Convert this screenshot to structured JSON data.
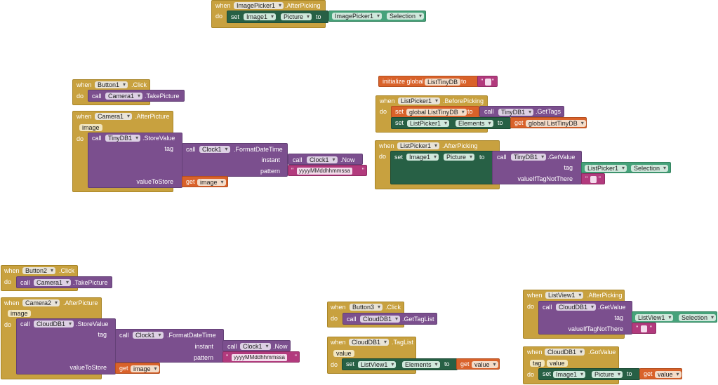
{
  "kw": {
    "when": "when",
    "do": "do",
    "call": "call",
    "set": "set",
    "to": "to",
    "get": "get",
    "init": "initialize global",
    "global": "global",
    "q": "\""
  },
  "b1": {
    "comp": "ImagePicker1",
    "event": ".AfterPicking",
    "setcomp": "Image1",
    "prop": "Picture",
    "srccomp": "ImagePicker1",
    "srcprop": "Selection"
  },
  "b2": {
    "comp": "Button1",
    "event": ".Click",
    "callcomp": "Camera1",
    "method": ".TakePicture"
  },
  "b3": {
    "comp": "Camera1",
    "event": ".AfterPicture",
    "param": "image",
    "callcomp": "TinyDB1",
    "method": ".StoreValue",
    "tag": "tag",
    "clock": "Clock1",
    "fmt": ".FormatDateTime",
    "instant": "instant",
    "clock2": "Clock1",
    "now": ".Now",
    "pattern": "pattern",
    "patval": "yyyyMMddhhmmssa",
    "vts": "valueToStore",
    "getvar": "image"
  },
  "b4": {
    "var": "ListTinyDB"
  },
  "b5": {
    "comp": "ListPicker1",
    "event": ".BeforePicking",
    "setvar": "global ListTinyDB",
    "callcomp": "TinyDB1",
    "method": ".GetTags",
    "setcomp": "ListPicker1",
    "prop": "Elements",
    "getvar": "global ListTinyDB"
  },
  "b6": {
    "comp": "ListPicker1",
    "event": ".AfterPicking",
    "setcomp": "Image1",
    "prop": "Picture",
    "callcomp": "TinyDB1",
    "method": ".GetValue",
    "tag": "tag",
    "tagcomp": "ListPicker1",
    "tagprop": "Selection",
    "vint": "valueIfTagNotThere"
  },
  "b7": {
    "comp": "Button2",
    "event": ".Click",
    "callcomp": "Camera1",
    "method": ".TakePicture"
  },
  "b8": {
    "comp": "Camera2",
    "event": ".AfterPicture",
    "param": "image",
    "callcomp": "CloudDB1",
    "method": ".StoreValue",
    "tag": "tag",
    "clock": "Clock1",
    "fmt": ".FormatDateTime",
    "instant": "instant",
    "clock2": "Clock1",
    "now": ".Now",
    "pattern": "pattern",
    "patval": "yyyyMMddhhmmssa",
    "vts": "valueToStore",
    "getvar": "image"
  },
  "b9": {
    "comp": "Button3",
    "event": ".Click",
    "callcomp": "CloudDB1",
    "method": ".GetTagList"
  },
  "b10": {
    "comp": "CloudDB1",
    "event": ".TagList",
    "param": "value",
    "setcomp": "ListView1",
    "prop": "Elements",
    "getvar": "value"
  },
  "b11": {
    "comp": "ListView1",
    "event": ".AfterPicking",
    "callcomp": "CloudDB1",
    "method": ".GetValue",
    "tag": "tag",
    "tagcomp": "ListView1",
    "tagprop": "Selection",
    "vint": "valueIfTagNotThere"
  },
  "b12": {
    "comp": "CloudDB1",
    "event": ".GotValue",
    "param1": "tag",
    "param2": "value",
    "setcomp": "Image1",
    "prop": "Picture",
    "getvar": "value"
  }
}
